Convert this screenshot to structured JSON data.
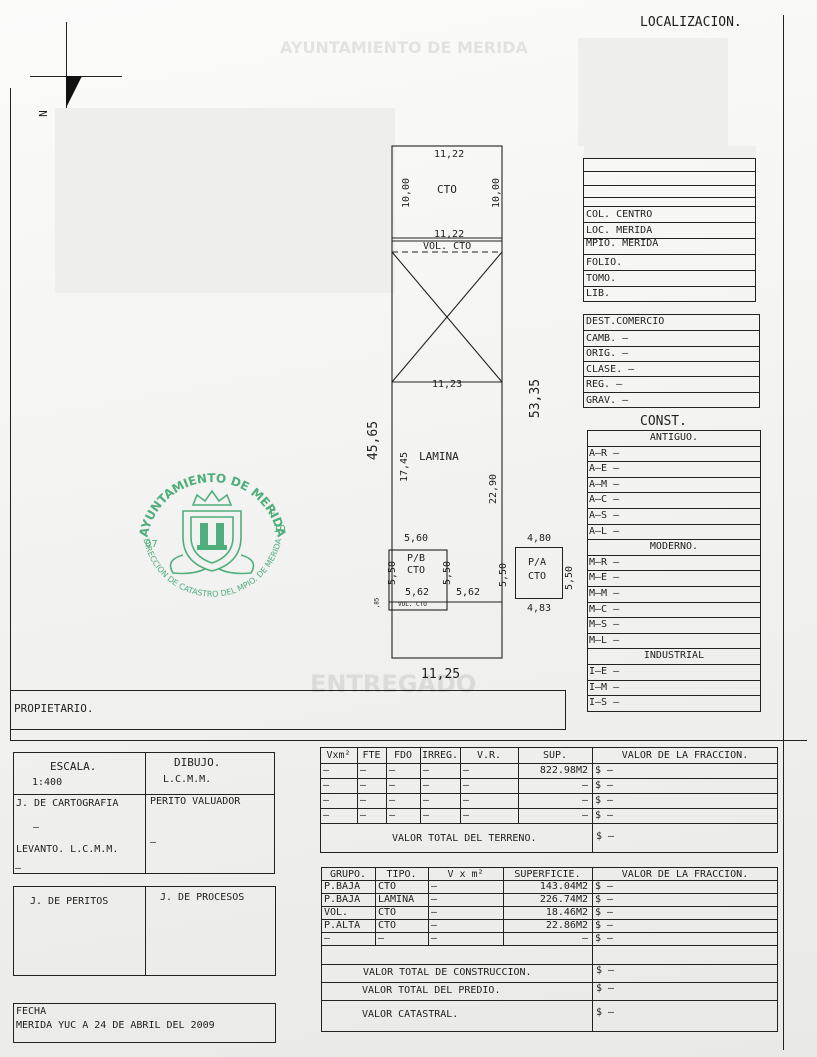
{
  "header": {
    "localizacion": "LOCALIZACION.",
    "north_letter": "N"
  },
  "plan": {
    "cto_top": "11,22",
    "cto_label": "CTO",
    "cto_left": "10,00",
    "cto_right": "10,00",
    "cto_bottom": "11,22",
    "vol_cto_label": "VOL. CTO",
    "x_bottom": "11,23",
    "lamina_label": "LAMINA",
    "lamina_left": "17,45",
    "lamina_right": "22,90",
    "pb_top": "5,60",
    "pb_label": "P/B",
    "pb_cto": "CTO",
    "pb_left": "5,50",
    "pb_right": "5,50",
    "pb_bottom": "5,62",
    "side_562": "5,62",
    "side_550": "5,50",
    "vol_cto_small": "VOL. CTO",
    "dim_85": ",85",
    "lot_width": "11,25",
    "depth_left": "45,65",
    "depth_right": "53,35",
    "pa_top": "4,80",
    "pa_label": "P/A",
    "pa_cto": "CTO",
    "pa_right": "5,50",
    "pa_bottom": "4,83"
  },
  "seal": {
    "top_text": "AYUNTAMIENTO DE MERIDA",
    "bottom_text": "DIRECCION DE CATASTRO DEL MPIO. DE MERIDA",
    "left_num": "07",
    "right_letter": "F",
    "right_num": "10"
  },
  "right_panel": {
    "location": [
      "COL. CENTRO",
      "LOC. MERIDA",
      "MPIO. MERIDA",
      "FOLIO.",
      "TOMO.",
      "LIB."
    ],
    "classification": [
      "DEST.COMERCIO",
      "CAMB. –",
      "ORIG. –",
      "CLASE. –",
      "REG. –",
      "GRAV. –"
    ],
    "const_title": "CONST.",
    "construction_rows": [
      {
        "text": "ANTIGUO.",
        "header": true
      },
      {
        "text": "A–R  –"
      },
      {
        "text": "A–E  –"
      },
      {
        "text": "A–M  –"
      },
      {
        "text": "A–C  –"
      },
      {
        "text": "A–S  –"
      },
      {
        "text": "A–L  –"
      },
      {
        "text": "MODERNO.",
        "header": true
      },
      {
        "text": "M–R  –"
      },
      {
        "text": "M–E  –"
      },
      {
        "text": "M–M  –"
      },
      {
        "text": "M–C  –"
      },
      {
        "text": "M–S  –"
      },
      {
        "text": "M–L  –"
      },
      {
        "text": "INDUSTRIAL",
        "header": true
      },
      {
        "text": "I–E  –"
      },
      {
        "text": "I–M  –"
      },
      {
        "text": "I–S  –"
      }
    ]
  },
  "owner": {
    "label": "PROPIETARIO."
  },
  "scale_block": {
    "scale_label": "ESCALA.",
    "scale_value": "1:400",
    "drawing_label": "DIBUJO.",
    "drawing_value": "L.C.M.M.",
    "cartography": "J. DE CARTOGRAFIA",
    "appraiser": "PERITO VALUADOR",
    "dash_a": "–",
    "dash_b": "–",
    "survey": "LEVANTO. L.C.M.M.",
    "dash_c": "–"
  },
  "departments": {
    "experts": "J. DE PERITOS",
    "processes": "J. DE PROCESOS"
  },
  "date_block": {
    "label": "FECHA",
    "value": "MERIDA YUC A 24 DE ABRIL DEL 2009"
  },
  "land_table": {
    "headers": [
      "Vxm²",
      "FTE",
      "FDO",
      "IRREG.",
      "V.R.",
      "SUP.",
      "VALOR DE LA FRACCION."
    ],
    "rows": [
      [
        "–",
        "–",
        "–",
        "–",
        "–",
        "822.98M2",
        "$ –"
      ],
      [
        "–",
        "–",
        "–",
        "–",
        "–",
        "–",
        "$ –"
      ],
      [
        "–",
        "–",
        "–",
        "–",
        "–",
        "–",
        "$ –"
      ],
      [
        "–",
        "–",
        "–",
        "–",
        "–",
        "–",
        "$ –"
      ]
    ],
    "total_label": "VALOR TOTAL DEL TERRENO.",
    "total_value": "$ –"
  },
  "build_table": {
    "headers": [
      "GRUPO.",
      "TIPO.",
      "V x m²",
      "SUPERFICIE.",
      "VALOR DE LA FRACCION."
    ],
    "rows": [
      [
        "P.BAJA",
        "CTO",
        "–",
        "143.04M2",
        "$ –"
      ],
      [
        "P.BAJA",
        "LAMINA",
        "–",
        "226.74M2",
        "$ –"
      ],
      [
        "VOL.",
        "CTO",
        "–",
        "18.46M2",
        "$ –"
      ],
      [
        "P.ALTA",
        "CTO",
        "–",
        "22.86M2",
        "$ –"
      ],
      [
        "–",
        "–",
        "–",
        "–",
        "$ –"
      ]
    ],
    "totals": [
      {
        "label": "VALOR TOTAL DE CONSTRUCCION.",
        "value": "$ –"
      },
      {
        "label": "VALOR TOTAL DEL PREDIO.",
        "value": "$ –"
      },
      {
        "label": "VALOR CATASTRAL.",
        "value": "$ –"
      }
    ]
  }
}
